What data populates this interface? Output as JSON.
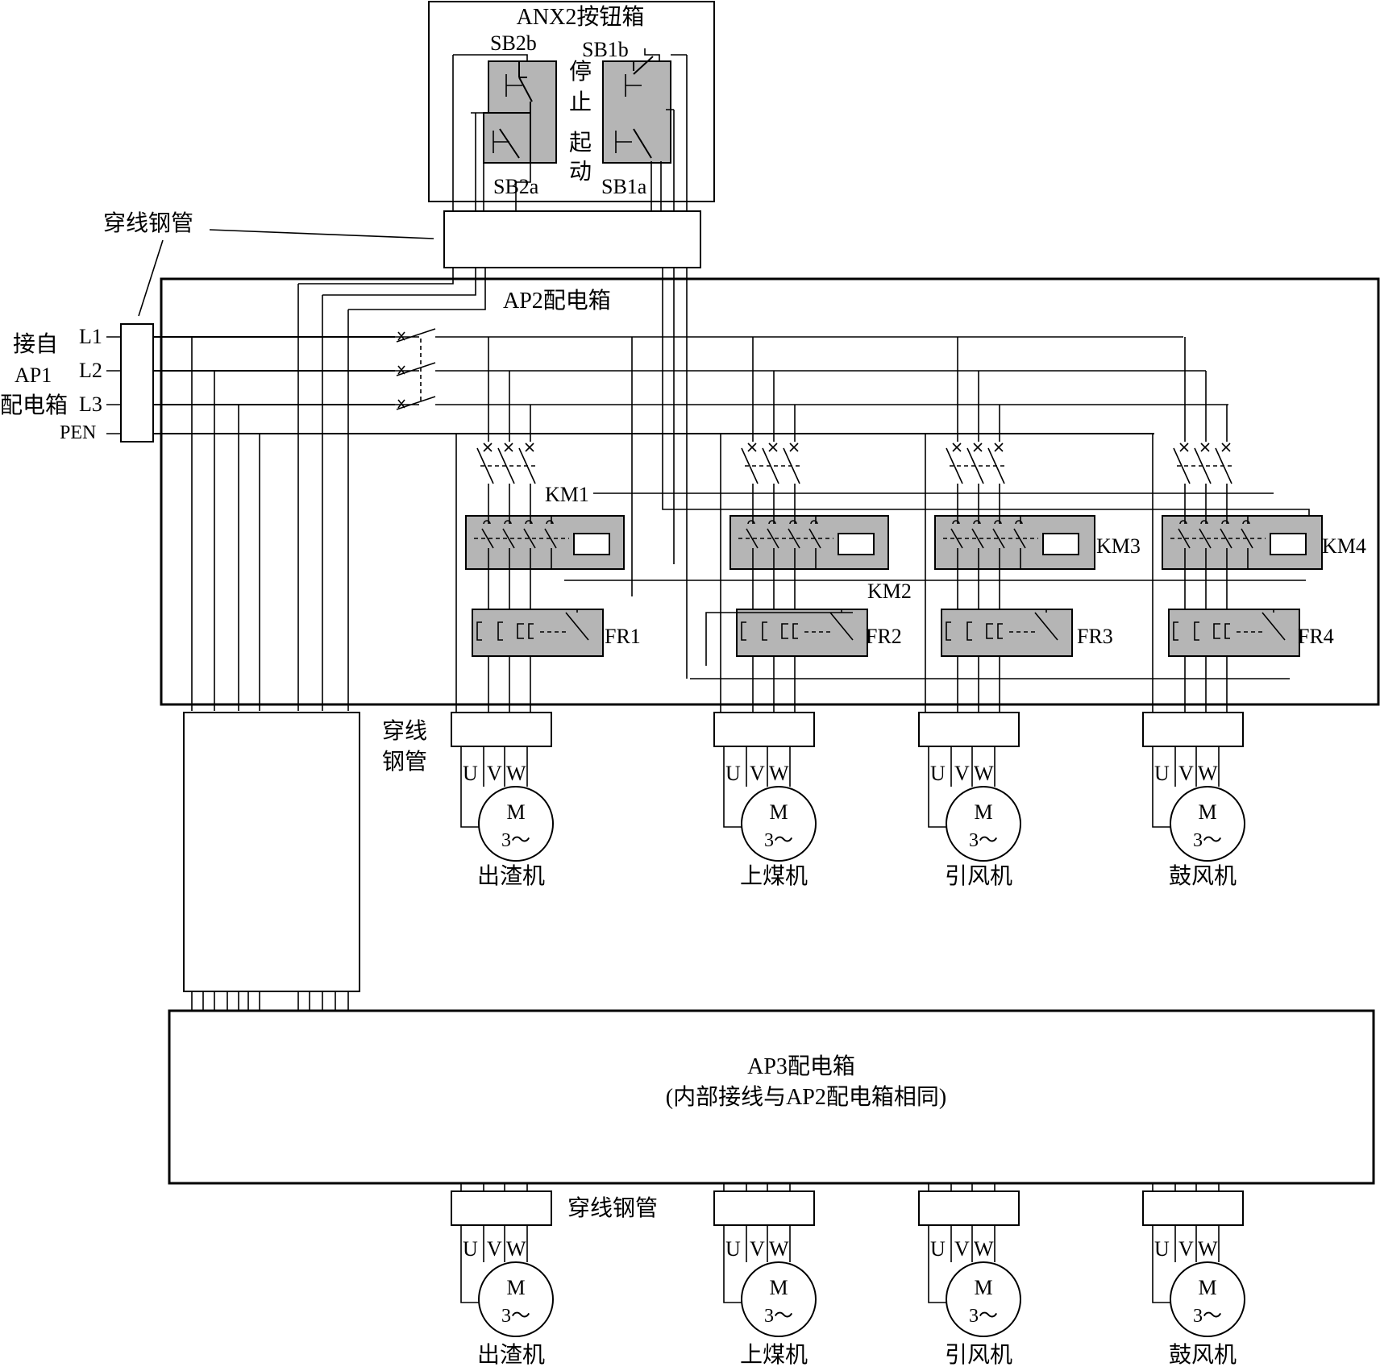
{
  "button_box": {
    "title": "ANX2按钮箱",
    "sb2b": "SB2b",
    "sb1b": "SB1b",
    "sb2a": "SB2a",
    "sb1a": "SB1a",
    "stop_1": "停",
    "stop_2": "止",
    "start_1": "起",
    "start_2": "动"
  },
  "conduit_label": "穿线钢管",
  "conduit_label_a": "穿线",
  "conduit_label_b": "钢管",
  "source": {
    "line1": "接自",
    "line2": "AP1",
    "line3": "配电箱",
    "L1": "L1",
    "L2": "L2",
    "L3": "L3",
    "PEN": "PEN"
  },
  "ap2": {
    "title": "AP2配电箱",
    "contactors": [
      "KM1",
      "KM2",
      "KM3",
      "KM4"
    ],
    "relays": [
      "FR1",
      "FR2",
      "FR3",
      "FR4"
    ]
  },
  "ap3": {
    "title": "AP3配电箱",
    "note": "(内部接线与AP2配电箱相同)"
  },
  "motor": {
    "symbol_m": "M",
    "symbol_phase": "3～",
    "u": "U",
    "v": "V",
    "w": "W"
  },
  "loads": [
    "出渣机",
    "上煤机",
    "引风机",
    "鼓风机"
  ]
}
